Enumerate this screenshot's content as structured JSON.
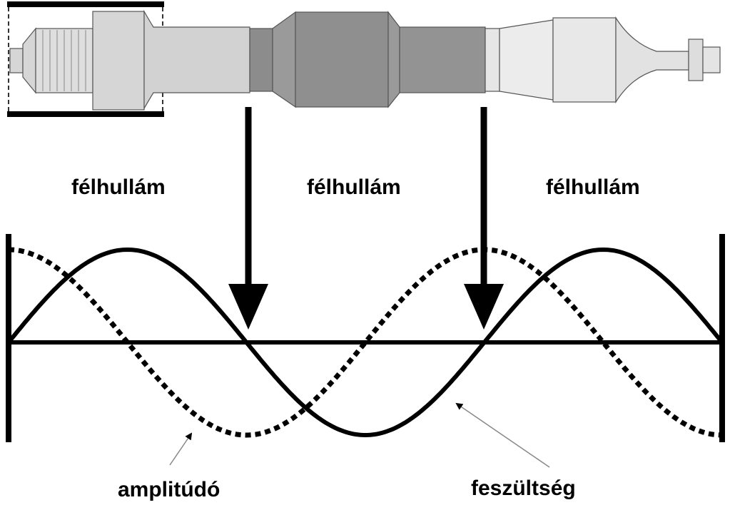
{
  "labels": {
    "half_wave_1": "félhullám",
    "half_wave_2": "félhullám",
    "half_wave_3": "félhullám",
    "amplitude": "amplitúdó",
    "stress": "feszültség"
  },
  "colors": {
    "ink": "#000000",
    "background": "#ffffff",
    "booster_dark": "#8c8c8c",
    "converter_light": "#d6d6d6",
    "horn_light": "#e6e6e6",
    "outline": "#555555"
  },
  "curves": {
    "amplitude": {
      "style": "dotted",
      "shape": "cosine",
      "half_waves": 3
    },
    "stress": {
      "style": "solid",
      "shape": "sine",
      "half_waves": 3
    }
  },
  "icons": {
    "nodal_arrow_1": "down-arrow-icon",
    "nodal_arrow_2": "down-arrow-icon"
  }
}
